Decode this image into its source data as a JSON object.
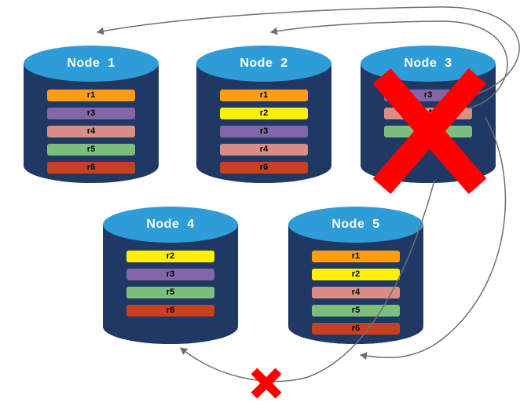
{
  "nodes": [
    {
      "title": "Node  1",
      "failed": false,
      "replicas": [
        {
          "label": "r1",
          "color": "#FF9E16"
        },
        {
          "label": "r3",
          "color": "#8366A8"
        },
        {
          "label": "r4",
          "color": "#D98D84"
        },
        {
          "label": "r5",
          "color": "#7DBE7D"
        },
        {
          "label": "r6",
          "color": "#C9401F"
        }
      ]
    },
    {
      "title": "Node  2",
      "failed": false,
      "replicas": [
        {
          "label": "r1",
          "color": "#FF9E16"
        },
        {
          "label": "r2",
          "color": "#FDF000"
        },
        {
          "label": "r3",
          "color": "#8366A8"
        },
        {
          "label": "r4",
          "color": "#D98D84"
        },
        {
          "label": "r6",
          "color": "#C9401F"
        }
      ]
    },
    {
      "title": "Node  3",
      "failed": true,
      "replicas": [
        {
          "label": "r3",
          "color": "#8366A8"
        },
        {
          "label": "r4",
          "color": "#D98D84"
        },
        {
          "label": "r5",
          "color": "#7DBE7D"
        }
      ]
    },
    {
      "title": "Node  4",
      "failed": false,
      "replicas": [
        {
          "label": "r2",
          "color": "#FDF000"
        },
        {
          "label": "r3",
          "color": "#8366A8"
        },
        {
          "label": "r5",
          "color": "#7DBE7D"
        },
        {
          "label": "r6",
          "color": "#C9401F"
        }
      ]
    },
    {
      "title": "Node  5",
      "failed": false,
      "replicas": [
        {
          "label": "r1",
          "color": "#FF9E16"
        },
        {
          "label": "r2",
          "color": "#FDF000"
        },
        {
          "label": "r4",
          "color": "#D98D84"
        },
        {
          "label": "r5",
          "color": "#7DBE7D"
        },
        {
          "label": "r6",
          "color": "#C9401F"
        }
      ]
    }
  ],
  "colors": {
    "cylinder_body": "#1F3864",
    "cylinder_top": "#2E9CD6",
    "arrow": "#6F6F6F",
    "failure_x": "#FE0000",
    "title_text": "#FFFFFF",
    "replica_text": "#000000"
  }
}
